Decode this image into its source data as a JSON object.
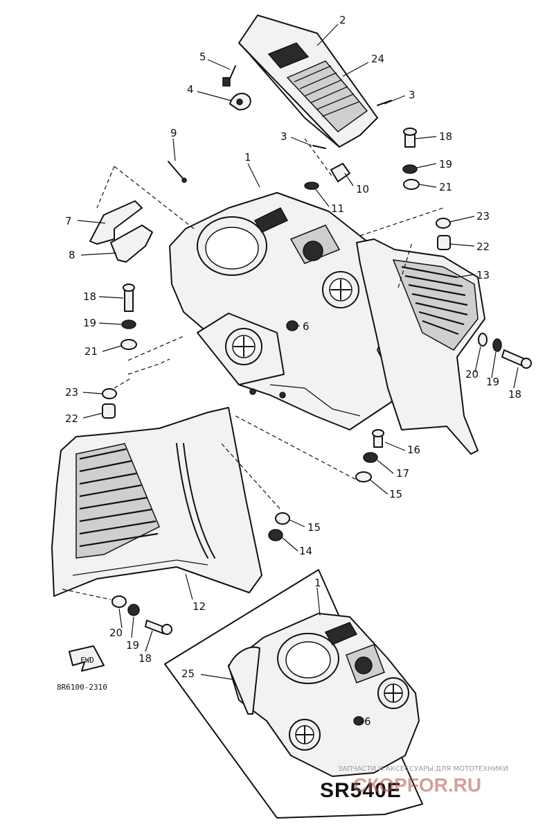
{
  "diagram": {
    "part_code": "8R6100-2310",
    "model": "SR540E",
    "watermark_text": "ЗАПЧАСТИ И АКСЕССУАРЫ ДЛЯ МОТОТЕХНИКИ",
    "watermark_logo": "СКОРFOR.RU",
    "flash_icon_text": "FWD",
    "callouts": [
      {
        "id": "c2",
        "label": "2"
      },
      {
        "id": "c24",
        "label": "24"
      },
      {
        "id": "c3a",
        "label": "3"
      },
      {
        "id": "c3b",
        "label": "3"
      },
      {
        "id": "c5",
        "label": "5"
      },
      {
        "id": "c4",
        "label": "4"
      },
      {
        "id": "c9",
        "label": "9"
      },
      {
        "id": "c1a",
        "label": "1"
      },
      {
        "id": "c10",
        "label": "10"
      },
      {
        "id": "c11",
        "label": "11"
      },
      {
        "id": "c18a",
        "label": "18"
      },
      {
        "id": "c19a",
        "label": "19"
      },
      {
        "id": "c21a",
        "label": "21"
      },
      {
        "id": "c23a",
        "label": "23"
      },
      {
        "id": "c22a",
        "label": "22"
      },
      {
        "id": "c13",
        "label": "13"
      },
      {
        "id": "c7",
        "label": "7"
      },
      {
        "id": "c8",
        "label": "8"
      },
      {
        "id": "c18b",
        "label": "18"
      },
      {
        "id": "c19b",
        "label": "19"
      },
      {
        "id": "c21b",
        "label": "21"
      },
      {
        "id": "c6a",
        "label": "6"
      },
      {
        "id": "c23b",
        "label": "23"
      },
      {
        "id": "c22b",
        "label": "22"
      },
      {
        "id": "c20a",
        "label": "20"
      },
      {
        "id": "c19c",
        "label": "19"
      },
      {
        "id": "c18c",
        "label": "18"
      },
      {
        "id": "c16",
        "label": "16"
      },
      {
        "id": "c17",
        "label": "17"
      },
      {
        "id": "c15a",
        "label": "15"
      },
      {
        "id": "c15b",
        "label": "15"
      },
      {
        "id": "c14",
        "label": "14"
      },
      {
        "id": "c12",
        "label": "12"
      },
      {
        "id": "c20b",
        "label": "20"
      },
      {
        "id": "c19d",
        "label": "19"
      },
      {
        "id": "c18d",
        "label": "18"
      },
      {
        "id": "c1b",
        "label": "1"
      },
      {
        "id": "c25",
        "label": "25"
      },
      {
        "id": "c6b",
        "label": "6"
      }
    ]
  }
}
